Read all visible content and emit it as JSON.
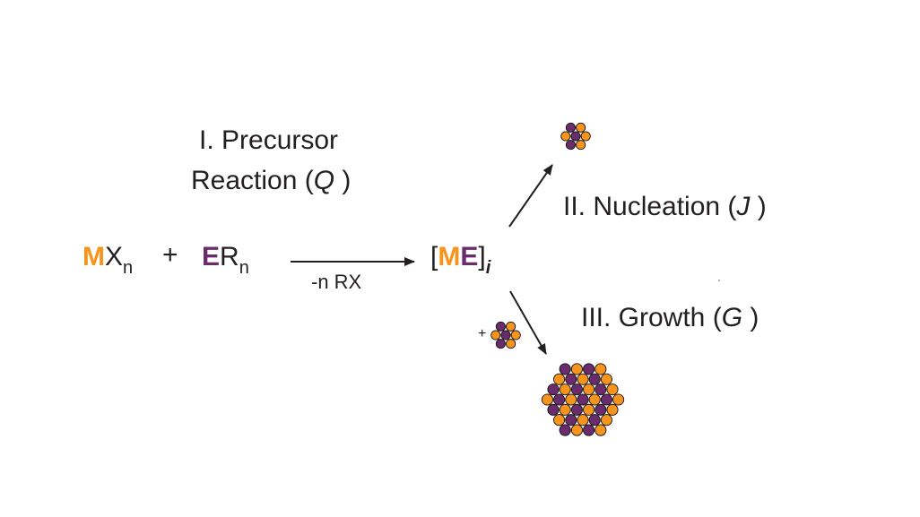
{
  "colors": {
    "metal": "#f7941d",
    "chalcogen": "#6b2c6e",
    "ink": "#231f20"
  },
  "precursor_reaction": {
    "line1": "I. Precursor",
    "line2_text": "Reaction (",
    "rate_symbol": "Q",
    "close": " )"
  },
  "reactants": {
    "metal_precursor": {
      "element": "M",
      "ligand": "X",
      "subscript": "n"
    },
    "plus": "+",
    "chalcogen_precursor": {
      "element": "E",
      "ligand": "R",
      "subscript": "n"
    }
  },
  "byproduct": "-n RX",
  "monomer": {
    "open": "[",
    "metal": "M",
    "chalcogen": "E",
    "close": "]",
    "subscript": "i"
  },
  "nucleation": {
    "text": "II. Nucleation (",
    "rate_symbol": "J",
    "close": " )"
  },
  "growth": {
    "text": "III. Growth (",
    "rate_symbol": "G",
    "close": " )",
    "plus": "+"
  }
}
